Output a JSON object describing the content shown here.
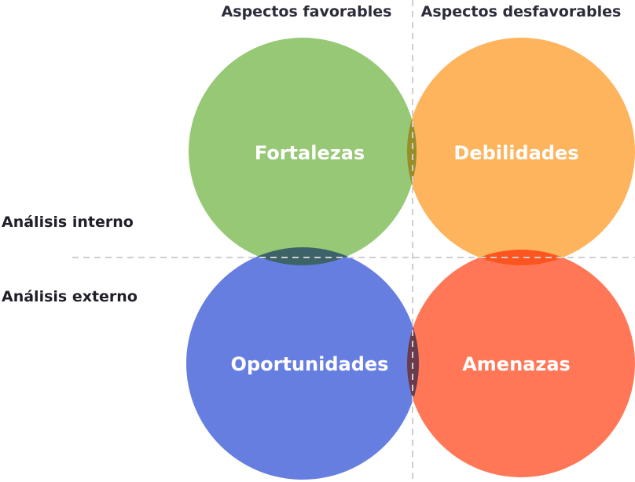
{
  "columns": {
    "favorable": "Aspectos favorables",
    "unfavorable": "Aspectos desfavorables"
  },
  "rows": {
    "internal": "Análisis interno",
    "external": "Análisis externo"
  },
  "quadrants": {
    "strengths": {
      "label": "Fortalezas",
      "color": "#8dc46a"
    },
    "weaknesses": {
      "label": "Debilidades",
      "color": "#fdae4e"
    },
    "opportunities": {
      "label": "Oportunidades",
      "color": "#5a73df"
    },
    "threats": {
      "label": "Amenazas",
      "color": "#ff6b48"
    }
  },
  "divider_color": "#cfcfcf"
}
